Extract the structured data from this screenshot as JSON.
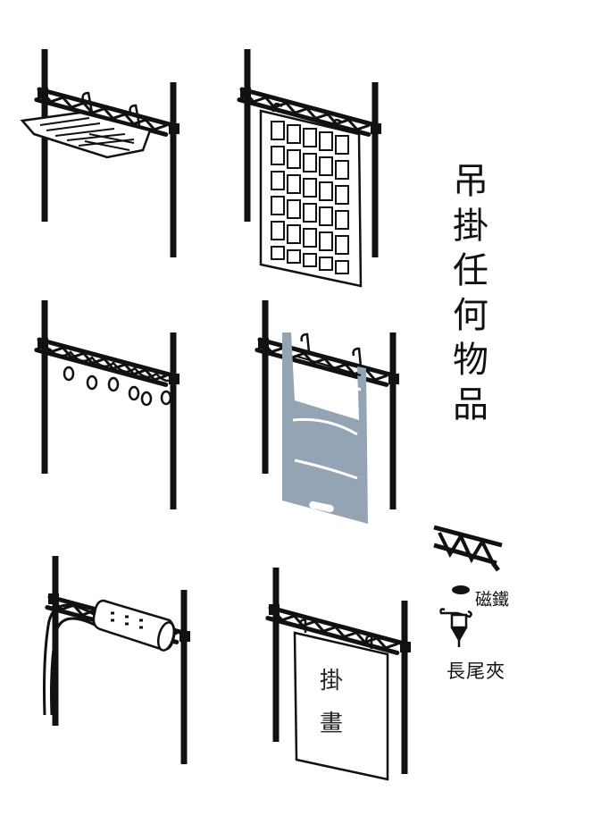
{
  "title": [
    "吊",
    "掛",
    "任",
    "何",
    "物",
    "品"
  ],
  "labels": {
    "magnet": "磁鐵",
    "binder_clip": "長尾夾"
  },
  "painting_text": [
    "掛",
    "畫"
  ],
  "colors": {
    "ink": "#111111",
    "highlight": "#93a5b5",
    "background": "#ffffff"
  },
  "items": [
    {
      "id": "dish-rack",
      "icon": "dish-drying-rack-icon"
    },
    {
      "id": "grid-panel",
      "icon": "wire-grid-panel-icon"
    },
    {
      "id": "string-lights",
      "icon": "string-lights-icon"
    },
    {
      "id": "folding-chair",
      "icon": "folding-chair-icon"
    },
    {
      "id": "power-strip",
      "icon": "power-strip-icon"
    },
    {
      "id": "hanging-painting",
      "icon": "hanging-painting-icon"
    }
  ]
}
